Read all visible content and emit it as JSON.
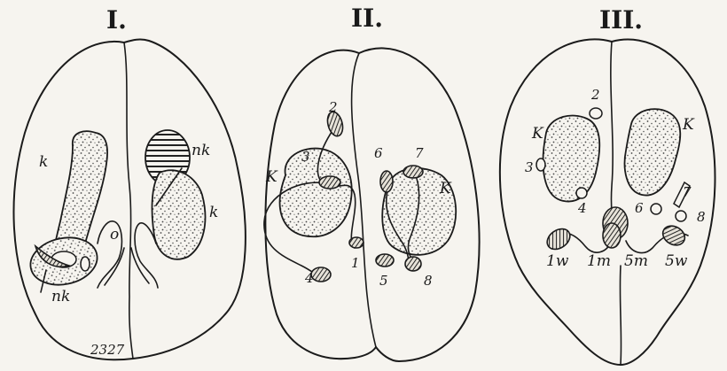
{
  "figures": [
    {
      "title": "I.",
      "labels": {
        "k_left": "k",
        "nk_bottom": "nk",
        "nk_right": "nk",
        "k_right": "k",
        "o": "o",
        "number": "2327"
      }
    },
    {
      "title": "II.",
      "labels": {
        "n2": "2",
        "n3": "3",
        "K_left": "K",
        "n6": "6",
        "n7": "7",
        "K_right": "K",
        "n1": "1",
        "n4": "4",
        "n5": "5",
        "n8": "8"
      }
    },
    {
      "title": "III.",
      "labels": {
        "n2": "2",
        "K_left": "K",
        "K_right": "K",
        "n3": "3",
        "n4": "4",
        "n6": "6",
        "n7": "7",
        "n8": "8",
        "l1w": "1w",
        "l1m": "1m",
        "l5m": "5m",
        "l5w": "5w"
      }
    }
  ]
}
